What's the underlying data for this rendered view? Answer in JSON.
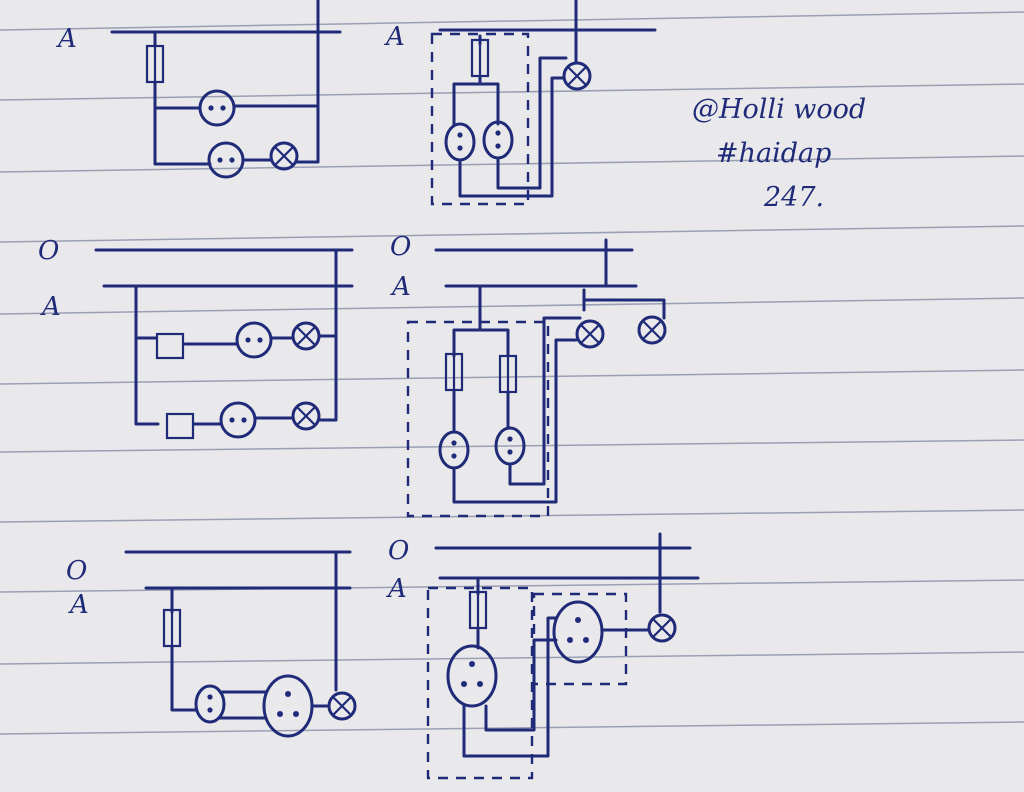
{
  "conductor_labels": {
    "neutral": "O",
    "phase": "A"
  },
  "note": {
    "line1": "@Holli wood",
    "line2": "#haidap",
    "line3": "247."
  },
  "ink_color": "#1f2a78",
  "paper_color": "#e9e8ea",
  "rule_color": "#9aa0b4"
}
